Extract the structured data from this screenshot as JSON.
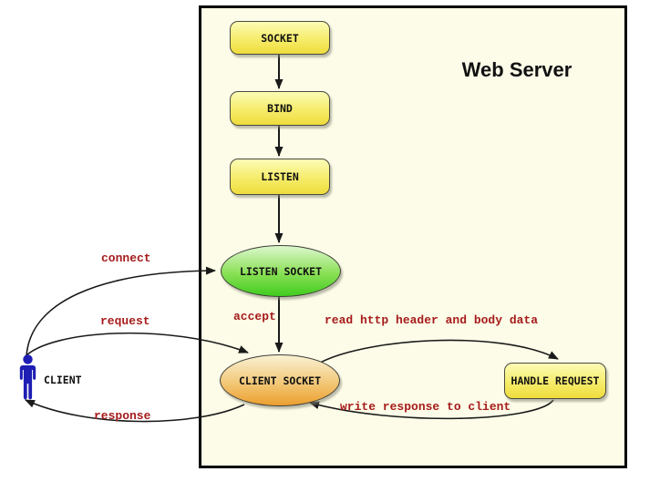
{
  "diagram": {
    "title": "Web Server",
    "nodes": {
      "socket": "SOCKET",
      "bind": "BIND",
      "listen": "LISTEN",
      "listen_socket": "LISTEN SOCKET",
      "client_socket": "CLIENT SOCKET",
      "handle_request": "HANDLE REQUEST",
      "client": "CLIENT"
    },
    "edges": {
      "connect": "connect",
      "request": "request",
      "response": "response",
      "accept": "accept",
      "read_http": "read http header and body data",
      "write_response": "write response to client"
    },
    "colors": {
      "panel_background": "#FCFCE8",
      "panel_border": "#000000",
      "edge_label_red": "#A61B1B",
      "client_blue": "#1E1EB4",
      "box_yellow_top": "#FCFCB6",
      "box_yellow_bottom": "#EEDC3C",
      "ellipse_green_top": "#DCF7CE",
      "ellipse_green_bottom": "#3FCC1E",
      "ellipse_orange_top": "#F9F1D4",
      "ellipse_orange_bottom": "#EC9F2E",
      "arrow_black": "#1A1A1A"
    }
  }
}
